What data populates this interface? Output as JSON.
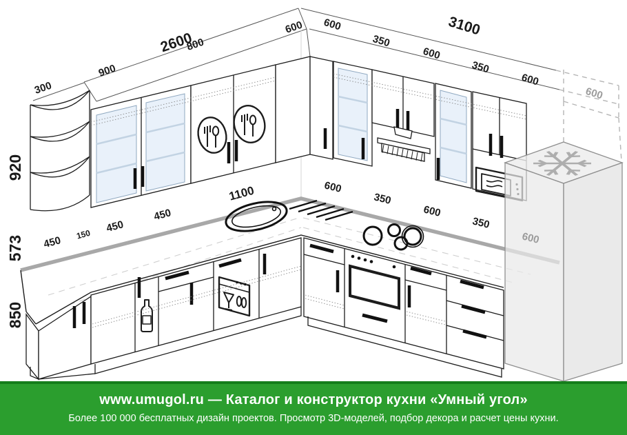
{
  "footer": {
    "line1": "www.umugol.ru — Каталог и конструктор кухни «Умный угол»",
    "line2": "Более 100 000 бесплатных дизайн проектов. Просмотр 3D-моделей, подбор декора и расчет цены кухни.",
    "bg_color": "#2b9e2e",
    "border_color": "#157d1b"
  },
  "diagram": {
    "upper_row": {
      "left_total": "2600",
      "left_sections": [
        "300",
        "900",
        "800",
        "600"
      ],
      "right_total": "3100",
      "right_sections": [
        "600",
        "350",
        "600",
        "350",
        "600"
      ],
      "fridge_upper_width": "600"
    },
    "heights": {
      "wall_cabinets": "920",
      "apron": "573",
      "base_cabinets": "850"
    },
    "counter_row": {
      "left_sections": [
        "450",
        "150",
        "450",
        "450",
        "1100"
      ],
      "right_sections": [
        "600",
        "350",
        "600",
        "350"
      ],
      "fridge_width": "600"
    },
    "colors": {
      "line": "#1c1c1c",
      "counter_band": "#a8a8a8",
      "ghost": "#b5b5b5",
      "glass": "#e9f1fa"
    }
  }
}
